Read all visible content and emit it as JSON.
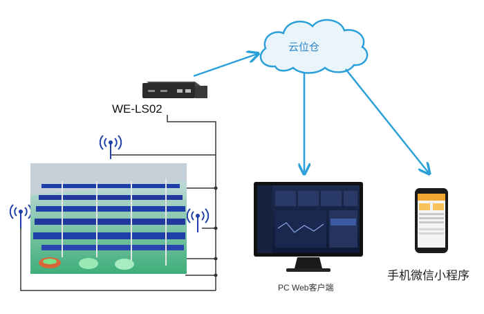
{
  "cloud": {
    "label": "云位仓"
  },
  "gateway": {
    "label": "WE-LS02"
  },
  "pc_client": {
    "label": "PC Web客户端"
  },
  "mini_program": {
    "label": "手机微信小程序"
  },
  "colors": {
    "arrow": "#2ba0d8",
    "cloud_fill": "#eaf4fb",
    "cloud_stroke": "#2ba0d8",
    "wire": "#333333",
    "antenna": "#1f3fa8"
  }
}
